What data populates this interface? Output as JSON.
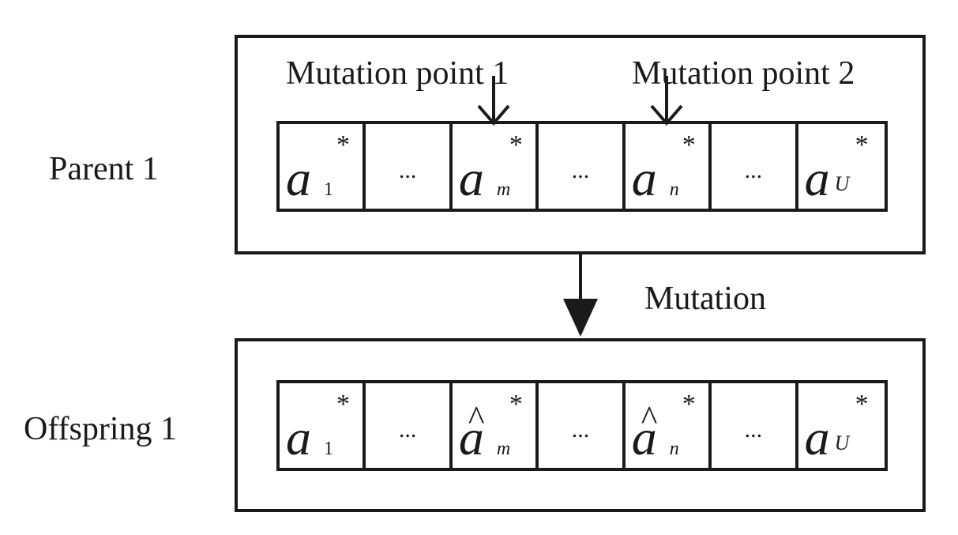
{
  "labels": {
    "mutation_point_1": "Mutation point 1",
    "mutation_point_2": "Mutation point 2",
    "parent": "Parent 1",
    "mutation": "Mutation",
    "offspring": "Offspring 1"
  },
  "parent_cells": [
    {
      "symbol": "a",
      "sub": "1",
      "star": "*"
    },
    {
      "dots": "..."
    },
    {
      "symbol": "a",
      "sub": "m",
      "star": "*"
    },
    {
      "dots": "..."
    },
    {
      "symbol": "a",
      "sub": "n",
      "star": "*"
    },
    {
      "dots": "..."
    },
    {
      "symbol": "a",
      "sub": "U",
      "star": "*"
    }
  ],
  "offspring_cells": [
    {
      "symbol": "a",
      "sub": "1",
      "star": "*"
    },
    {
      "dots": "..."
    },
    {
      "symbol": "a",
      "hat": "^",
      "sub": "m",
      "star": "*"
    },
    {
      "dots": "..."
    },
    {
      "symbol": "a",
      "hat": "^",
      "sub": "n",
      "star": "*"
    },
    {
      "dots": "..."
    },
    {
      "symbol": "a",
      "sub": "U",
      "star": "*"
    }
  ]
}
